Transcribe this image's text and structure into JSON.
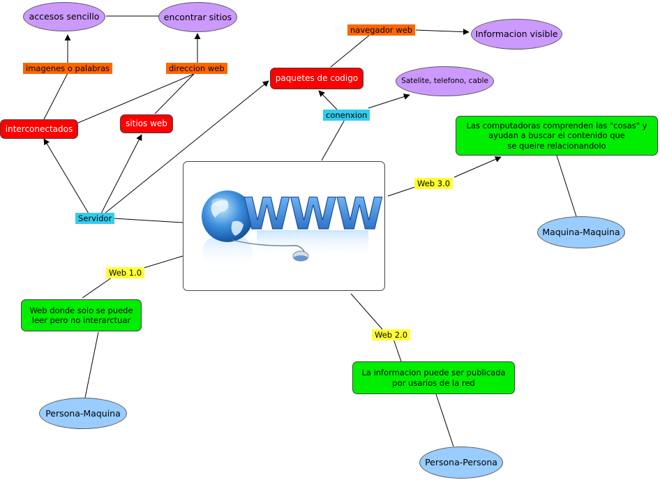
{
  "nodes": {
    "accesos": "accesos sencillo",
    "encontrar": "encontrar sitios",
    "info_visible": "Informacion visible",
    "satelite": "Satelite, telefono, cable",
    "paquetes": "paquetes de codigo",
    "interconectados": "interconectados",
    "sitios_web": "sitios web",
    "web3_box": "Las computadoras comprenden las \"cosas\" y\nayudan a buscar el contenido que\nse queire relacionandolo",
    "maquina_maquina": "Maquina-Maquina",
    "web1_box": "Web donde solo se puede\nleer pero no interarctuar",
    "persona_maquina": "Persona-Maquina",
    "web2_box": "La informacion puede ser publicada\npor usarios de la red",
    "persona_persona": "Persona-Persona"
  },
  "links": {
    "navegador": "navegador web",
    "imagenes": "imagenes o palabras",
    "direccion": "direccion web",
    "conexion": "conenxion",
    "servidor": "Servidor",
    "web1": "Web 1.0",
    "web2": "Web 2.0",
    "web3": "Web 3.0"
  },
  "center_image": {
    "icon": "www-globe-mouse-icon",
    "text": "WWW"
  },
  "colors": {
    "ellipse_purple": "#cc99ff",
    "ellipse_blue": "#99ccff",
    "box_red": "#ff0000",
    "box_green": "#00ee00",
    "label_orange": "#ff6600",
    "label_cyan": "#33ccee",
    "label_yellow": "#ffff33"
  }
}
